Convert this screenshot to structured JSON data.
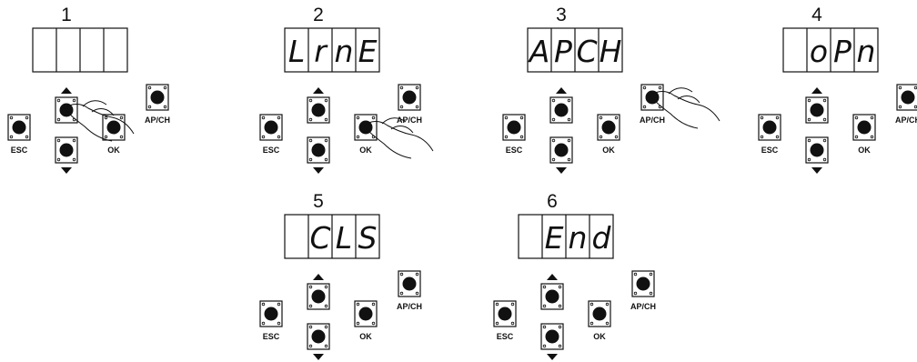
{
  "steps": [
    {
      "number": "1",
      "display": [
        "",
        "",
        "",
        ""
      ],
      "labels": {
        "esc": "ESC",
        "ok": "OK",
        "apch": "AP/CH"
      },
      "pressed": "up"
    },
    {
      "number": "2",
      "display": [
        "L",
        "r",
        "n",
        "E"
      ],
      "labels": {
        "esc": "ESC",
        "ok": "OK",
        "apch": "AP/CH"
      },
      "pressed": "ok"
    },
    {
      "number": "3",
      "display": [
        "A",
        "P",
        "C",
        "H"
      ],
      "labels": {
        "esc": "ESC",
        "ok": "OK",
        "apch": "AP/CH"
      },
      "pressed": "apch"
    },
    {
      "number": "4",
      "display": [
        "",
        "o",
        "P",
        "n"
      ],
      "labels": {
        "esc": "ESC",
        "ok": "OK",
        "apch": "AP/CH"
      },
      "pressed": ""
    },
    {
      "number": "5",
      "display": [
        "",
        "C",
        "L",
        "S"
      ],
      "labels": {
        "esc": "ESC",
        "ok": "OK",
        "apch": "AP/CH"
      },
      "pressed": ""
    },
    {
      "number": "6",
      "display": [
        "",
        "E",
        "n",
        "d"
      ],
      "labels": {
        "esc": "ESC",
        "ok": "OK",
        "apch": "AP/CH"
      },
      "pressed": ""
    }
  ]
}
